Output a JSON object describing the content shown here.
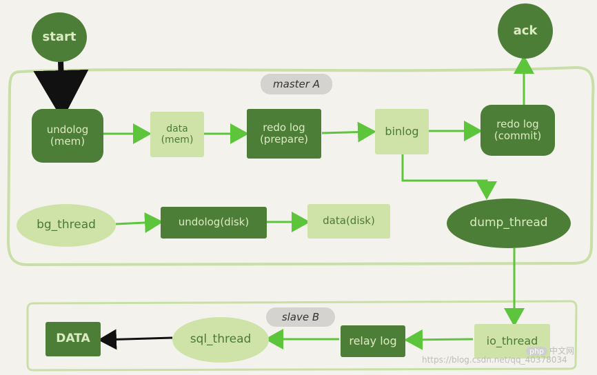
{
  "groups": {
    "master": "master A",
    "slave": "slave B"
  },
  "nodes": {
    "start": "start",
    "ack": "ack",
    "undolog_mem_1": "undolog",
    "undolog_mem_2": "(mem)",
    "data_mem_1": "data",
    "data_mem_2": "(mem)",
    "redo_prepare_1": "redo log",
    "redo_prepare_2": "(prepare)",
    "binlog": "binlog",
    "redo_commit_1": "redo log",
    "redo_commit_2": "(commit)",
    "bg_thread": "bg_thread",
    "undolog_disk": "undolog(disk)",
    "data_disk": "data(disk)",
    "dump_thread": "dump_thread",
    "io_thread": "io_thread",
    "relay_log": "relay log",
    "sql_thread": "sql_thread",
    "DATA": "DATA"
  },
  "watermark": {
    "url": "https://blog.csdn.net/qq_40378034",
    "logo": "php",
    "site": "中文网"
  },
  "colors": {
    "dark_green": "#4d7e37",
    "light_green": "#cfe3a8",
    "arrow_green": "#5cc53c",
    "arrow_black": "#111111",
    "group_border": "#c9dfa7"
  }
}
